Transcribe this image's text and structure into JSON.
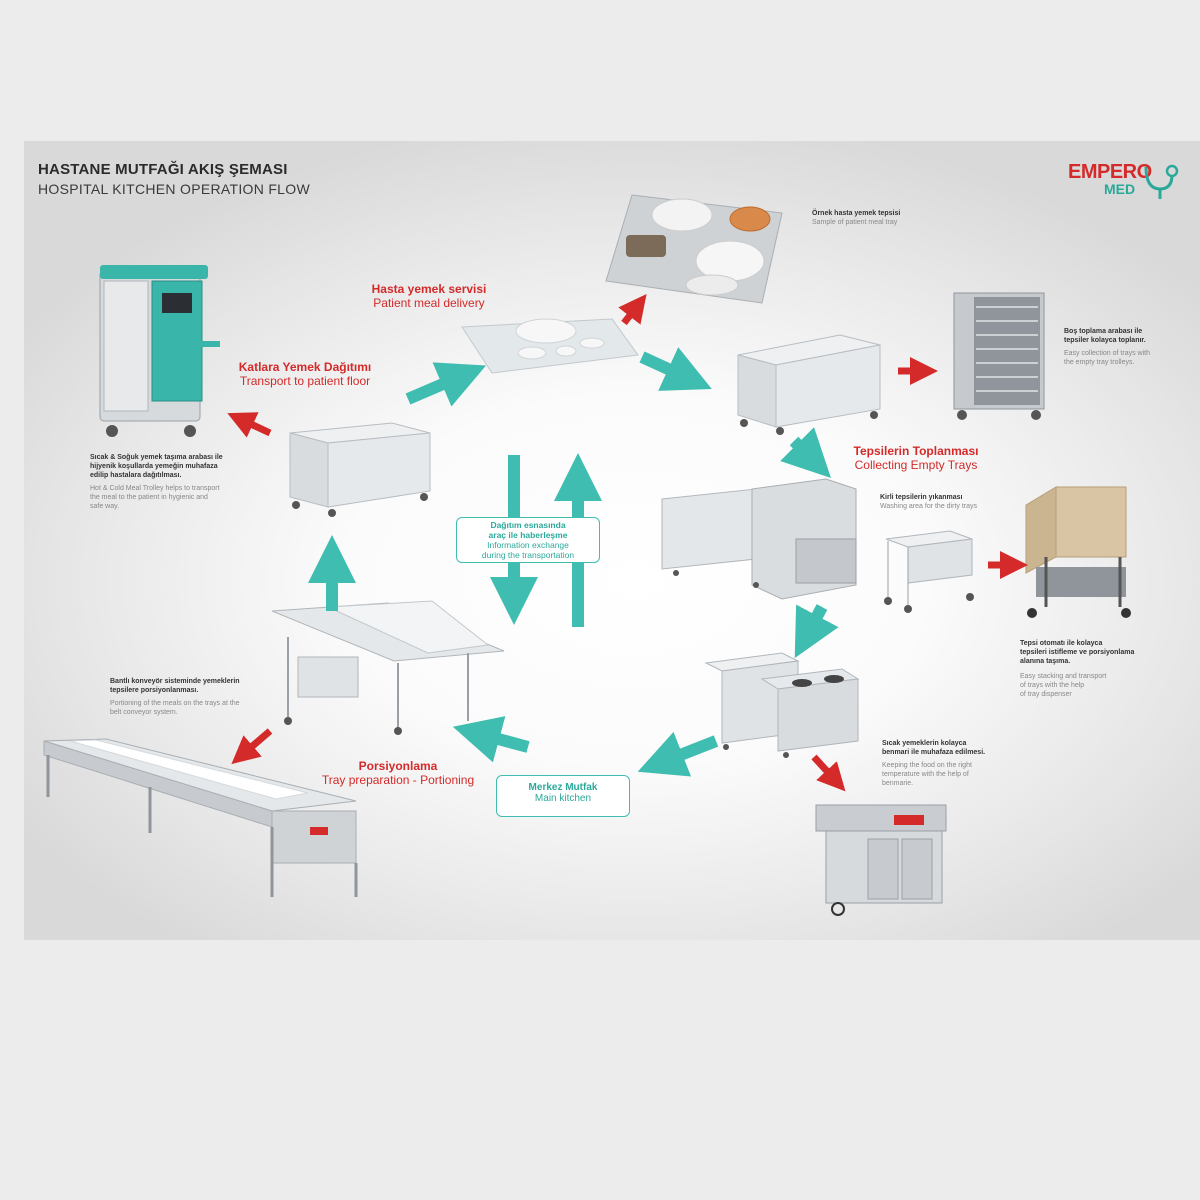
{
  "header": {
    "title_tr": "HASTANE MUTFAĞI AKIŞ ŞEMASI",
    "title_en": "HOSPITAL KITCHEN OPERATION FLOW"
  },
  "logo": {
    "line1": "EMPERO",
    "line2": "MED",
    "icon": "stethoscope-icon",
    "color_red": "#d42a2a",
    "color_teal": "#2aa99b"
  },
  "colors": {
    "teal": "#3fbdb0",
    "red": "#d42a2a",
    "steel": "#b9bec4"
  },
  "steps": {
    "patient_delivery": {
      "tr": "Hasta yemek servisi",
      "en": "Patient meal delivery"
    },
    "floor_transport": {
      "tr": "Katlara Yemek Dağıtımı",
      "en": "Transport to patient floor"
    },
    "collecting": {
      "tr": "Tepsilerin Toplanması",
      "en": "Collecting Empty Trays"
    },
    "portioning": {
      "tr": "Porsiyonlama",
      "en": "Tray preparation - Portioning"
    }
  },
  "center_box": {
    "tr_line1": "Dağıtım esnasında",
    "tr_line2": "araç ile haberleşme",
    "en_line1": "Information exchange",
    "en_line2": "during the transportation"
  },
  "main_kitchen": {
    "tr": "Merkez Mutfak",
    "en": "Main kitchen"
  },
  "notes": {
    "tray_sample": {
      "tr": "Örnek hasta yemek tepsisi",
      "en": "Sample of patient meal tray"
    },
    "empty_trolley": {
      "tr1": "Boş toplama arabası ile",
      "tr2": "tepsiler kolayca toplanır.",
      "en1": "Easy collection of trays with",
      "en2": "the empty tray trolleys."
    },
    "washing": {
      "tr": "Kirli tepsilerin yıkanması",
      "en": "Washing area  for the dirty trays"
    },
    "dispenser": {
      "tr1": "Tepsi otomatı ile kolayca",
      "tr2": "tepsileri istifleme ve porsiyonlama",
      "tr3": "alanına taşıma.",
      "en1": "Easy stacking and transport",
      "en2": "of trays with the help",
      "en3": "of tray dispenser"
    },
    "bainmarie": {
      "tr1": "Sıcak yemeklerin kolayca",
      "tr2": "benmari ile muhafaza edilmesi.",
      "en1": "Keeping the food on the right",
      "en2": "temperature with the help of",
      "en3": "benmarie."
    },
    "conveyor": {
      "tr1": "Bantlı konveyör sisteminde yemeklerin",
      "tr2": "tepsilere porsiyonlanması.",
      "en1": "Portioning of the meals on the trays at the",
      "en2": "belt conveyor system."
    },
    "trolley": {
      "tr1": "Sıcak & Soğuk yemek taşıma arabası ile",
      "tr2": "hijyenik koşullarda yemeğin muhafaza",
      "tr3": "edilip hastalara dağıtılması.",
      "en1": "Hot & Cold Meal Trolley helps to transport",
      "en2": "the meal to the patient in hygienic and",
      "en3": "safe way."
    }
  }
}
